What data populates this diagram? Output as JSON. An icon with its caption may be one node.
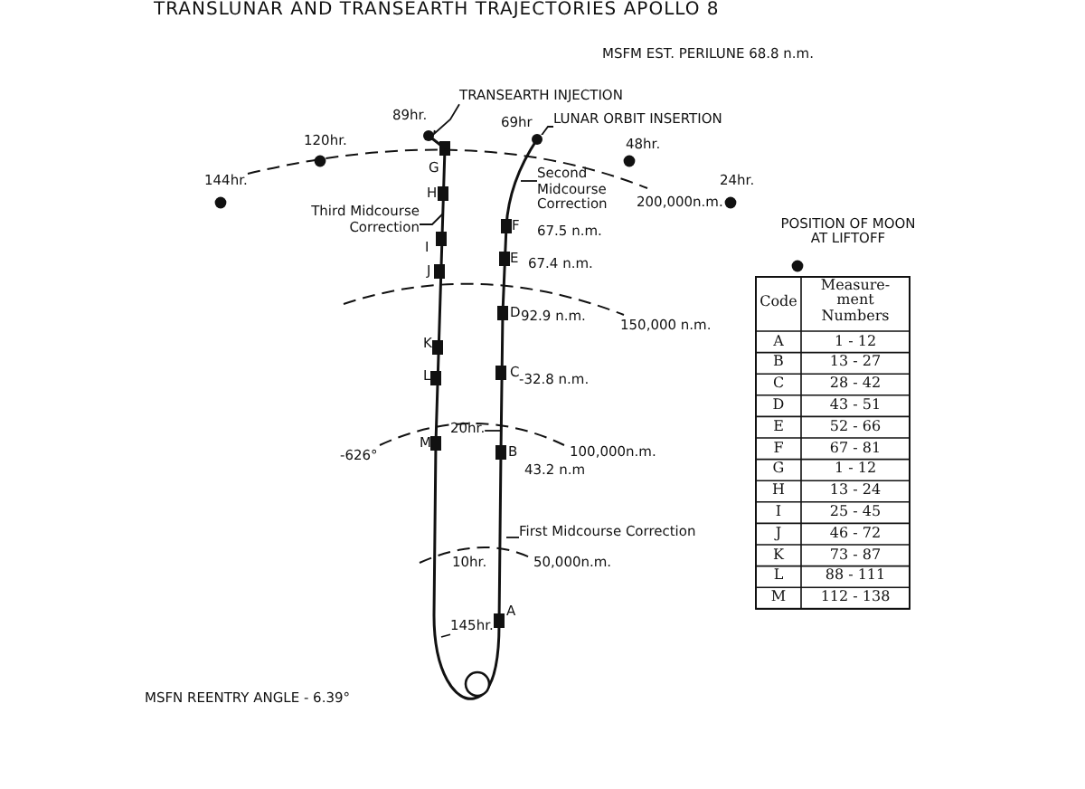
{
  "diagram": {
    "title": "TRANSLUNAR AND TRANSEARTH TRAJECTORIES APOLLO 8",
    "nodes": [
      {
        "text": [
          "TRANSEARTH INJECTION"
        ]
      },
      {
        "text": [
          "LUNAR ORBIT INSERTION"
        ]
      },
      {
        "text": [
          "Second Midcourse Correction"
        ]
      },
      {
        "text": [
          "Third Midcourse Correction"
        ]
      },
      {
        "text": [
          "First Midcourse Correction"
        ]
      },
      {
        "text": [
          "20hr."
        ]
      },
      {
        "text": [
          "145hr."
        ]
      },
      {
        "text": [],
        "shape": "circle",
        "beside": [
          "89hr."
        ]
      },
      {
        "text": [],
        "shape": "circle",
        "beside": [
          "69hr"
        ]
      }
    ],
    "edges": [
      {
        "from": 0,
        "to": 7,
        "arrow": "none"
      },
      {
        "from": 1,
        "to": 8,
        "arrow": "none"
      },
      {
        "from": 2,
        "to": null,
        "arrow": "none"
      },
      {
        "from": 3,
        "to": null,
        "arrow": "none"
      },
      {
        "from": 4,
        "to": null,
        "arrow": "none"
      },
      {
        "from": 5,
        "to": null,
        "arrow": "none"
      },
      {
        "from": 6,
        "to": null,
        "arrow": "none"
      }
    ],
    "labels": [
      "MSFM EST. PERILUNE 68.8 n.m.",
      "120hr.",
      "48hr.",
      "144hr.",
      "24hr.",
      "200,000n.m.",
      "G",
      "POSITION OF MOON AT LIFTOFF",
      "H",
      "F",
      "67.5 n.m.",
      "I",
      "E",
      "67.4 n.m.",
      "J",
      "D",
      "92.9 n.m.",
      "150,000 n.m.",
      "K",
      "L",
      "C",
      "-32.8 n.m.",
      "M",
      "-626°",
      "B",
      "100,000n.m.",
      "43.2 n.m",
      "10hr.",
      "50,000n.m.",
      "A",
      "MSFN REENTRY ANGLE - 6.39°",
      "Code",
      "Measure- ment Numbers",
      "A",
      "1 - 12",
      "B",
      "13 - 27",
      "C",
      "28 - 42",
      "D",
      "43 - 51",
      "E",
      "52 - 66",
      "F",
      "67 - 81",
      "G",
      "1 - 12",
      "H",
      "13 - 24",
      "I",
      "25 - 45",
      "J",
      "46 - 72",
      "K",
      "73 - 87",
      "L",
      "88 - 111",
      "M",
      "112 - 138"
    ]
  }
}
